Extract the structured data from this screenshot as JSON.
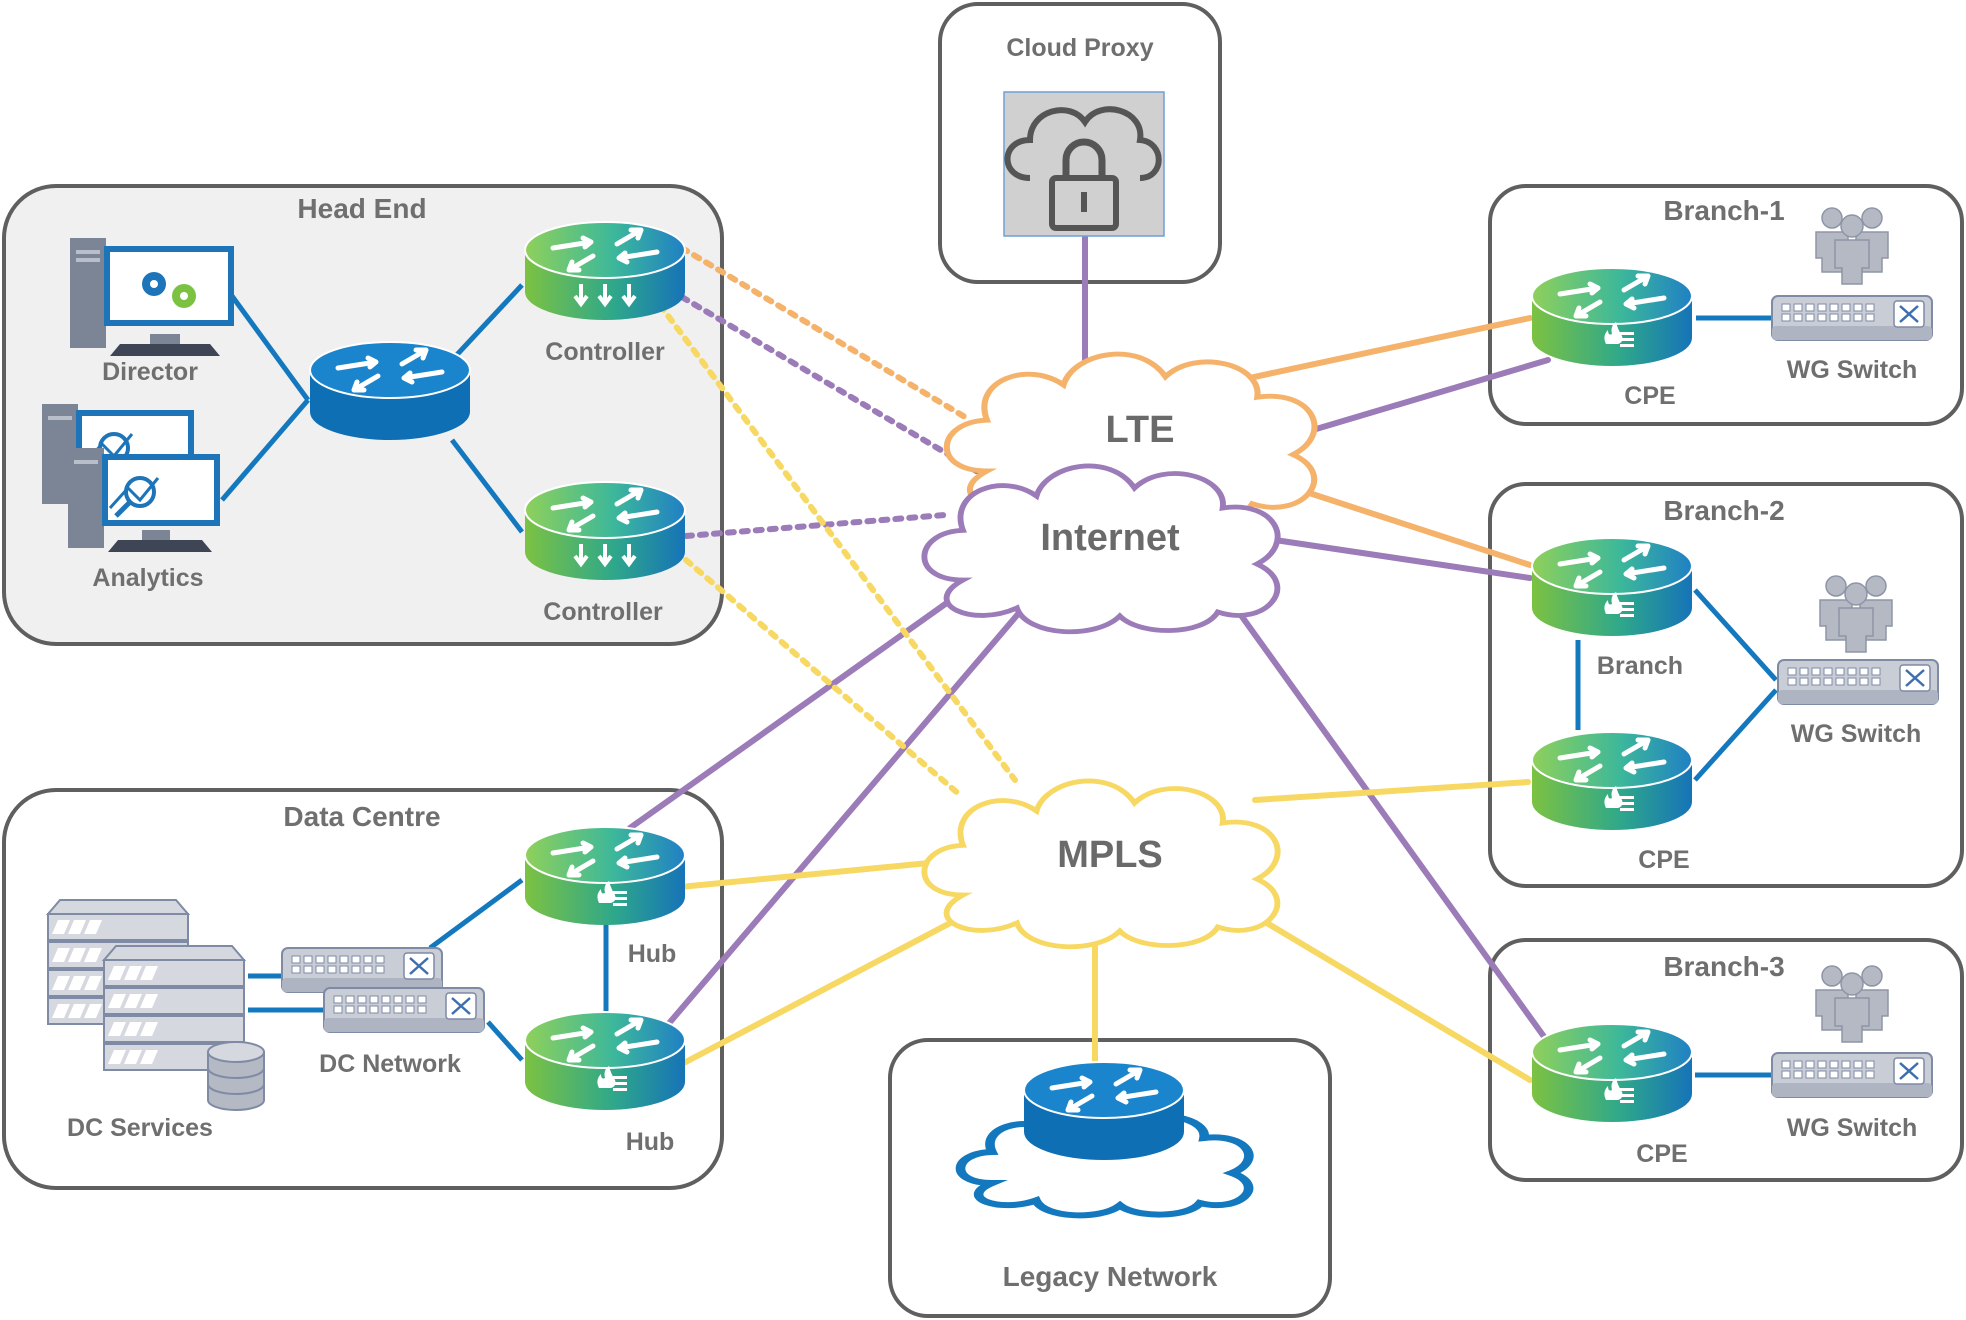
{
  "zones": {
    "head_end": "Head End",
    "cloud_proxy": "Cloud Proxy",
    "data_centre": "Data Centre",
    "legacy_network": "Legacy Network",
    "branch_1": "Branch-1",
    "branch_2": "Branch-2",
    "branch_3": "Branch-3"
  },
  "clouds": {
    "lte": "LTE",
    "internet": "Internet",
    "mpls": "MPLS"
  },
  "devices": {
    "director": "Director",
    "analytics": "Analytics",
    "controller_1": "Controller",
    "controller_2": "Controller",
    "hub_1": "Hub",
    "hub_2": "Hub",
    "dc_network": "DC Network",
    "dc_services": "DC Services",
    "b1_cpe": "CPE",
    "b1_switch": "WG Switch",
    "b2_branch": "Branch",
    "b2_cpe": "CPE",
    "b2_switch": "WG Switch",
    "b3_cpe": "CPE",
    "b3_switch": "WG Switch"
  },
  "link_colors": {
    "lte": "#f5b26b",
    "internet": "#9b7bb8",
    "mpls": "#f7d862",
    "lan": "#1478be"
  }
}
